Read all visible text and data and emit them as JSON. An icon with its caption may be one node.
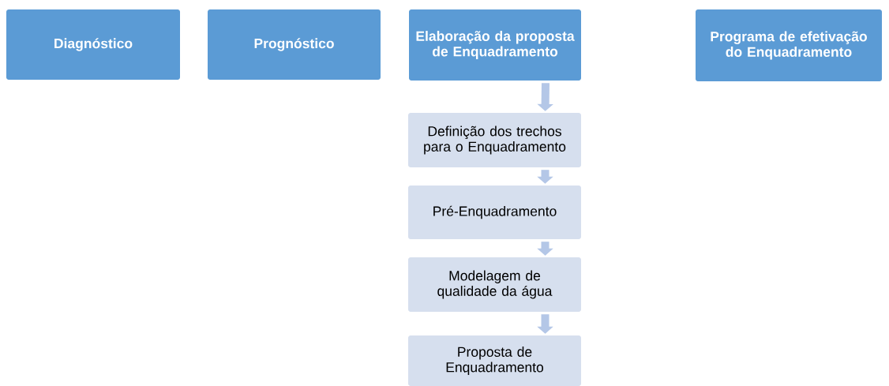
{
  "diagram": {
    "nodes": [
      {
        "text": [
          "Diagnóstico"
        ]
      },
      {
        "text": [
          "Prognóstico"
        ]
      },
      {
        "text": [
          "Elaboração da proposta de Enquadramento"
        ]
      },
      {
        "text": [
          "Programa de efetivação do Enquadramento"
        ]
      },
      {
        "text": [
          "Definição dos trechos para o Enquadramento"
        ]
      },
      {
        "text": [
          "Pré-Enquadramento"
        ]
      },
      {
        "text": [
          "Modelagem de qualidade da água"
        ]
      },
      {
        "text": [
          "Proposta de Enquadramento"
        ]
      }
    ],
    "edges": [
      {
        "from": 2,
        "to": 4,
        "arrow": "to"
      },
      {
        "from": 4,
        "to": 5,
        "arrow": "to"
      },
      {
        "from": 5,
        "to": 6,
        "arrow": "to"
      },
      {
        "from": 6,
        "to": 7,
        "arrow": "to"
      }
    ]
  }
}
